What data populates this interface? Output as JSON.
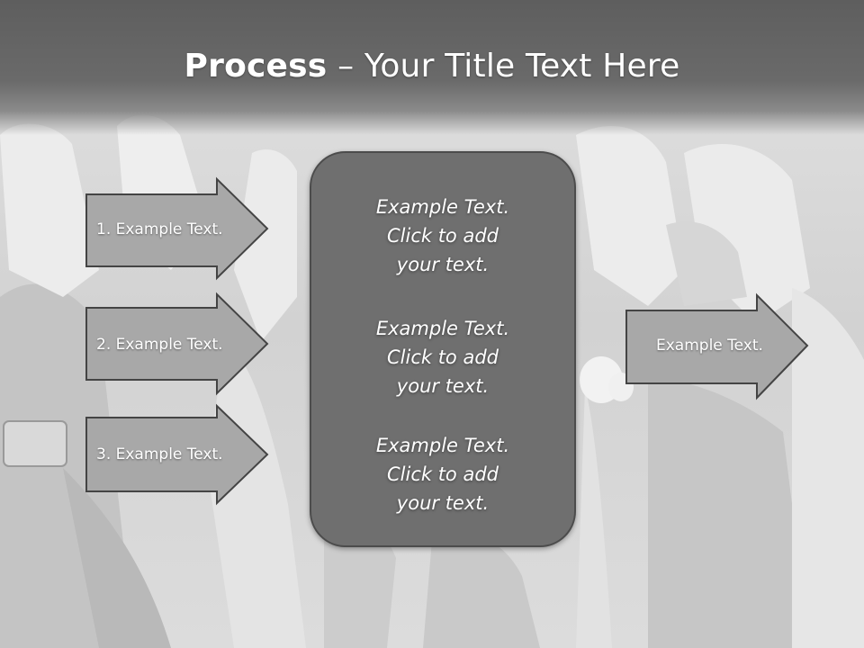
{
  "title": {
    "bold": "Process",
    "rest": " – Your Title Text Here"
  },
  "left_arrows": [
    {
      "label": "1. Example Text."
    },
    {
      "label": "2. Example Text."
    },
    {
      "label": "3. Example Text."
    }
  ],
  "center_blocks": [
    {
      "line1": "Example Text.",
      "line2": "Click  to add",
      "line3": "your text."
    },
    {
      "line1": "Example Text.",
      "line2": "Click  to add",
      "line3": "your text."
    },
    {
      "line1": "Example Text.",
      "line2": "Click  to add",
      "line3": "your text."
    }
  ],
  "right_arrow": {
    "label": "Example Text."
  },
  "colors": {
    "title_bar": "#5e5e5e",
    "arrow_fill": "#a8a8a8",
    "arrow_stroke": "#444444",
    "center_box": "#6f6f6f"
  }
}
